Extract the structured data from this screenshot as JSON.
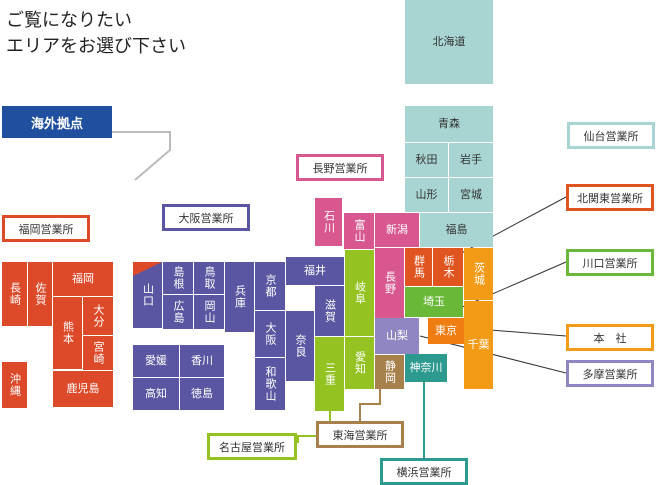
{
  "heading": {
    "line1": "ご覧になりたい",
    "line2": "エリアをお選び下さい"
  },
  "overseas_button": "海外拠点",
  "offices": {
    "sendai": "仙台営業所",
    "nagano": "長野営業所",
    "kitakanto": "北関東営業所",
    "fukuoka": "福岡営業所",
    "osaka": "大阪営業所",
    "kawaguchi": "川口営業所",
    "honsha": "本　社",
    "tama": "多摩営業所",
    "nagoya": "名古屋営業所",
    "tokai": "東海営業所",
    "yokohama": "横浜営業所"
  },
  "prefectures": {
    "hokkaido": "北海道",
    "aomori": "青森",
    "akita": "秋田",
    "iwate": "岩手",
    "yamagata": "山形",
    "miyagi": "宮城",
    "fukushima": "福島",
    "ishikawa": "石川",
    "toyama": "富山",
    "niigata": "新潟",
    "gunma": "群馬",
    "tochigi": "栃木",
    "ibaraki": "茨城",
    "nagano": "長野",
    "saitama": "埼玉",
    "yamanashi": "山梨",
    "tokyo": "東京",
    "chiba": "千葉",
    "kanagawa": "神奈川",
    "shizuoka": "静岡",
    "aichi": "愛知",
    "gifu": "岐阜",
    "mie": "三重",
    "fukui": "福井",
    "shiga": "滋賀",
    "kyoto": "京都",
    "osaka": "大阪",
    "nara": "奈良",
    "wakayama": "和歌山",
    "hyogo": "兵庫",
    "shimane": "島根",
    "tottori": "鳥取",
    "hiroshima": "広島",
    "okayama": "岡山",
    "yamaguchi": "山口",
    "ehime": "愛媛",
    "kagawa": "香川",
    "kochi": "高知",
    "tokushima": "徳島",
    "fukuoka": "福岡",
    "saga": "佐賀",
    "nagasaki": "長崎",
    "kumamoto": "熊本",
    "oita": "大分",
    "miyazaki": "宮崎",
    "kagoshima": "鹿児島",
    "okinawa": "沖縄"
  },
  "colors": {
    "tohoku": "#a8d5d2",
    "kyushu": "#dc4a2a",
    "kansai": "#5a56a2",
    "shikoku": "#5a56a2",
    "hokuriku": "#d9578f",
    "chubu": "#93c221",
    "kitakanto": "#e0541f",
    "ibaraki_chiba": "#f39a16",
    "saitama": "#6ab837",
    "kanto": "#f07d12",
    "yamanashi": "#8f86c2",
    "kanagawa": "#2c9a8f",
    "tokai": "#a7804b",
    "overseas": "#1f4f9e"
  }
}
